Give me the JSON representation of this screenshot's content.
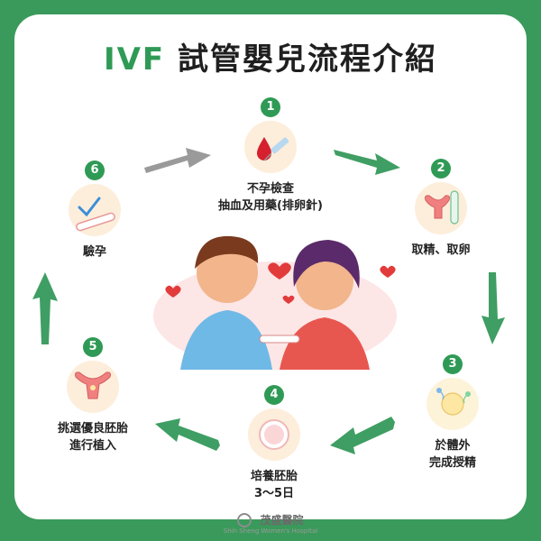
{
  "title": {
    "accent": "IVF",
    "rest": "試管嬰兒流程介紹"
  },
  "steps": [
    {
      "num": "1",
      "line1": "不孕檢查",
      "line2": "抽血及用藥(排卵針)"
    },
    {
      "num": "2",
      "line1": "取精、取卵",
      "line2": ""
    },
    {
      "num": "3",
      "line1": "於體外",
      "line2": "完成授精"
    },
    {
      "num": "4",
      "line1": "培養胚胎",
      "line2": "3～5日"
    },
    {
      "num": "5",
      "line1": "挑選優良胚胎",
      "line2": "進行植入"
    },
    {
      "num": "6",
      "line1": "驗孕",
      "line2": ""
    }
  ],
  "footer": {
    "name": "茂盛醫院",
    "sub": "Shih Sheng Women's Hospital"
  },
  "colors": {
    "background": "#3a9a5b",
    "accent": "#2f9a55",
    "arrow_gray": "#9a9a9a",
    "heart": "#e23b3b"
  }
}
